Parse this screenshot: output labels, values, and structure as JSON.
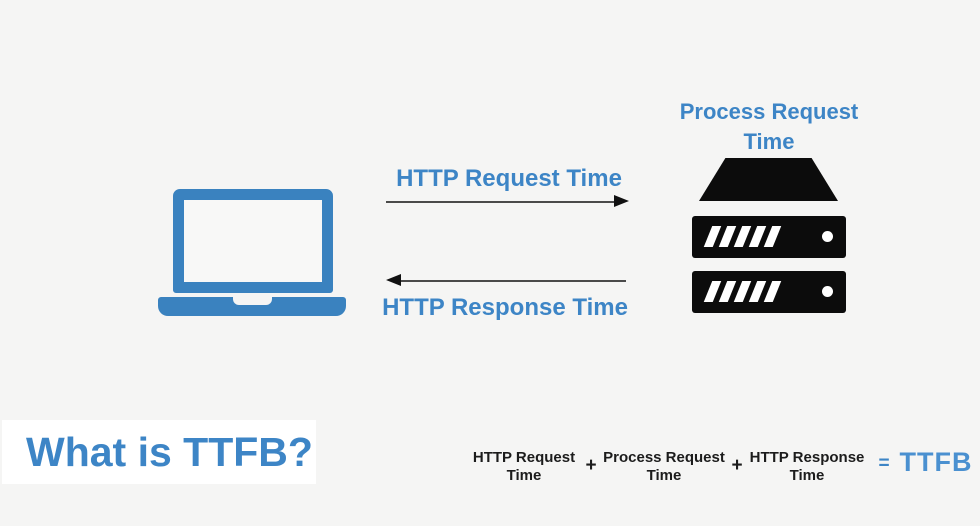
{
  "colors": {
    "background": "#f5f5f4",
    "accent_blue": "#3d85c6",
    "laptop_blue": "#3a82bf",
    "server_black": "#0c0c0c",
    "arrow_gray": "#4a4a4a",
    "formula_black": "#1c1c1c",
    "title_panel": "#ffffff"
  },
  "title": "What is TTFB?",
  "diagram": {
    "client_icon": "laptop",
    "server_icon": "server-rack",
    "server_label": "Process Request\nTime",
    "request_label": "HTTP Request Time",
    "response_label": "HTTP Response Time"
  },
  "formula": {
    "term1": "HTTP Request\nTime",
    "plus1": "+",
    "term2": "Process Request\nTime",
    "plus2": "+",
    "term3": "HTTP Response\nTime",
    "equals": "=",
    "result": "TTFB"
  }
}
